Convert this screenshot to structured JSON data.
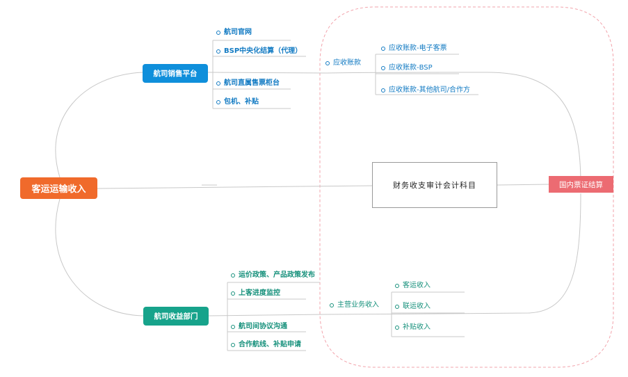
{
  "root": {
    "label": "客运运输收入"
  },
  "sales_platform": {
    "label": "航司销售平台",
    "items": [
      "航司官网",
      "BSP中央化结算（代理）",
      "航司直属售票柜台",
      "包机、补贴"
    ]
  },
  "revenue_dept": {
    "label": "航司收益部门",
    "items": [
      "运价政策、产品政策发布",
      "上客进度监控",
      "航司间协议沟通",
      "合作航线、补贴申请"
    ]
  },
  "receivables": {
    "label": "应收账款",
    "items": [
      "应收账款-电子客票",
      "应收账款-BSP",
      "应收账款-其他航司/合作方"
    ]
  },
  "main_revenue": {
    "label": "主营业务收入",
    "items": [
      "客运收入",
      "联运收入",
      "补贴收入"
    ]
  },
  "center": {
    "label": "财务收支审计会计科目"
  },
  "settlement": {
    "label": "国内票证结算"
  },
  "colors": {
    "root": "#f06a2b",
    "sales_branch": "#0f8fdb",
    "revenue_branch": "#17a38b",
    "settlement": "#ec6b72",
    "dashed_region": "#f2a3ab",
    "connector": "#c8c8c8"
  }
}
